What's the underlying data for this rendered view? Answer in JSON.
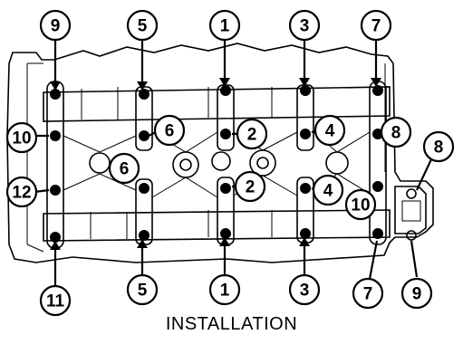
{
  "caption": "INSTALLATION",
  "callouts": [
    "9",
    "5",
    "1",
    "3",
    "7",
    "10",
    "6",
    "2",
    "4",
    "8",
    "6",
    "12",
    "2",
    "4",
    "10",
    "8",
    "11",
    "5",
    "1",
    "3",
    "7",
    "9"
  ],
  "colors": {
    "ink": "#000000",
    "paper": "#ffffff"
  }
}
